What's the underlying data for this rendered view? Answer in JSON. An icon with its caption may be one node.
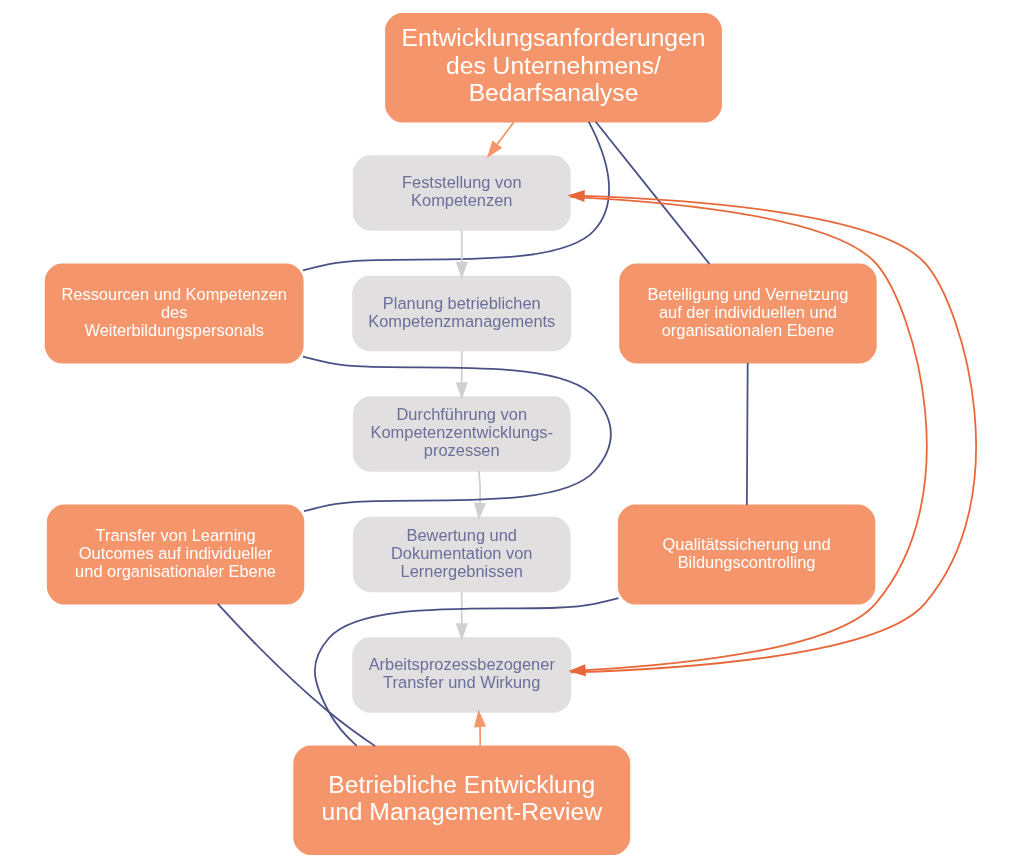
{
  "diagram": {
    "nodes": [
      {
        "text": [
          "Entwicklungsanforderungen des Unternehmens/ Bedarfsanalyse"
        ]
      },
      {
        "text": [
          "Ressourcen und Kompetenzen des Weiterbildungspersonals"
        ]
      },
      {
        "text": [
          "Beteiligung und Vernetzung auf der individuellen und organisationalen Ebene"
        ]
      },
      {
        "text": [
          "Feststellung von Kompetenzen"
        ]
      },
      {
        "text": [
          "Planung betrieblichen Kompetenzmanagements"
        ]
      },
      {
        "text": [
          "Durchführung von Kompetenzentwicklungs- prozessen"
        ]
      },
      {
        "text": [
          "Bewertung und Dokumentation von Lernergebnissen"
        ]
      },
      {
        "text": [
          "Arbeitsprozessbezogener Transfer und Wirkung"
        ]
      },
      {
        "text": [
          "Transfer von Learning Outcomes auf individueller und organisationaler Ebene"
        ]
      },
      {
        "text": [
          "Qualitätssicherung und Bildungscontrolling"
        ]
      },
      {
        "text": [
          "Betriebliche Entwicklung und Management-Review"
        ]
      }
    ],
    "edges": [
      {
        "from": 0,
        "to": 2,
        "arrow": "none"
      },
      {
        "from": 2,
        "to": 9,
        "arrow": "none"
      },
      {
        "from": 9,
        "to": 10,
        "arrow": "none"
      },
      {
        "from": 10,
        "to": 8,
        "arrow": "none"
      },
      {
        "from": 8,
        "to": 1,
        "arrow": "none"
      },
      {
        "from": 1,
        "to": 0,
        "arrow": "none"
      },
      {
        "from": 0,
        "to": 3,
        "arrow": "to",
        "color": "#f4956b"
      },
      {
        "from": 3,
        "to": 4,
        "arrow": "to",
        "color": "#d0d0d0"
      },
      {
        "from": 4,
        "to": 5,
        "arrow": "to",
        "color": "#d0d0d0"
      },
      {
        "from": 5,
        "to": 6,
        "arrow": "to",
        "color": "#d0d0d0"
      },
      {
        "from": 6,
        "to": 7,
        "arrow": "to",
        "color": "#d0d0d0"
      },
      {
        "from": 3,
        "to": 7,
        "arrow": "to",
        "color": "#e8683a"
      },
      {
        "from": 7,
        "to": 3,
        "arrow": "to",
        "color": "#e8683a"
      },
      {
        "from": 10,
        "to": 7,
        "arrow": "to",
        "color": "#f4956b"
      }
    ]
  }
}
